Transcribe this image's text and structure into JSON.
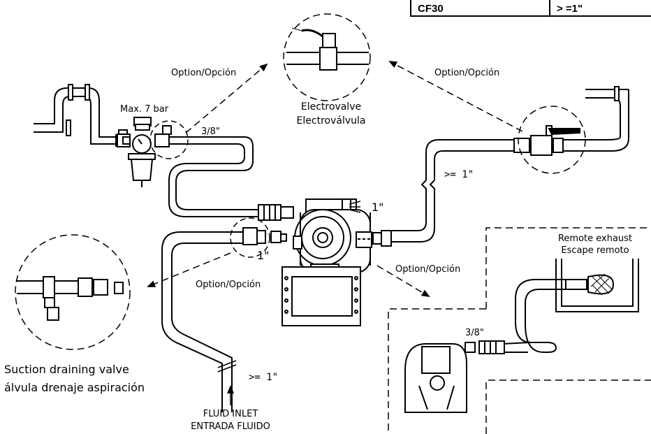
{
  "spec_table": {
    "model": "CF30",
    "value": "> =1\""
  },
  "labels": {
    "option_top_left": "Option/Opción",
    "option_top_right": "Option/Opción",
    "option_middle": "Option/Opción",
    "option_bottom_right": "Option/Opción",
    "max_pressure": "Max. 7 bar",
    "air_inlet_size_left": "3/8\"",
    "air_inlet_size_right": "3/8\"",
    "electrovalve_en": "Electrovalve",
    "electrovalve_es": "Electroválvula",
    "discharge_size": ">= 1\"",
    "air_fitting_size": "1\"",
    "suction_port_size": "1\"",
    "suction_size": ">= 1\"",
    "remote_exhaust_en": "Remote exhaust",
    "remote_exhaust_es": "Escape remoto",
    "drain_valve_en": "Suction draining valve",
    "drain_valve_es": "álvula drenaje aspiración",
    "fluid_inlet_en": "FLUID INLET",
    "fluid_inlet_es": "ENTRADA FLUIDO"
  }
}
